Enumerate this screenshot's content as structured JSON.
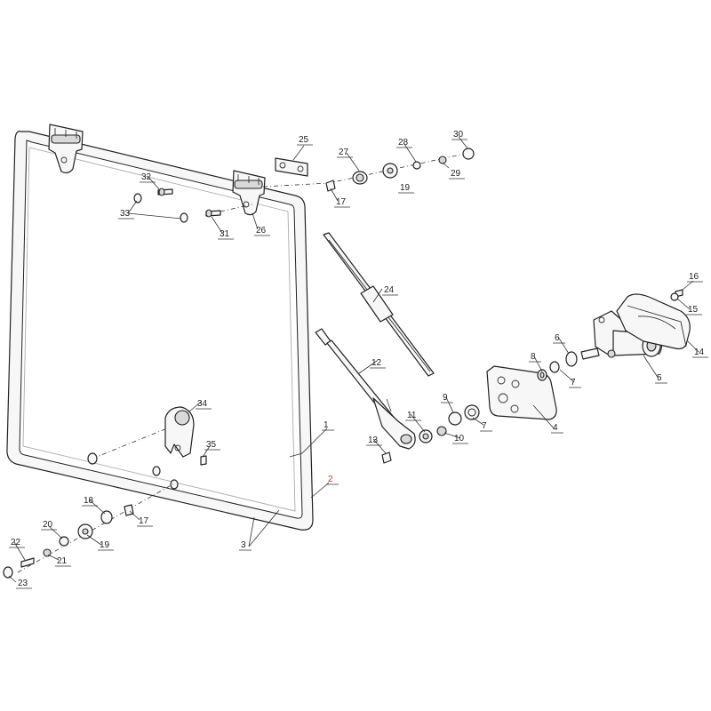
{
  "diagram": {
    "callouts": [
      {
        "id": "c1",
        "label": "1"
      },
      {
        "id": "c2",
        "label": "2",
        "color": "#c0392b"
      },
      {
        "id": "c3",
        "label": "3"
      },
      {
        "id": "c4",
        "label": "4"
      },
      {
        "id": "c5",
        "label": "5"
      },
      {
        "id": "c6",
        "label": "6"
      },
      {
        "id": "c7a",
        "label": "7"
      },
      {
        "id": "c7b",
        "label": "7"
      },
      {
        "id": "c8",
        "label": "8"
      },
      {
        "id": "c9",
        "label": "9"
      },
      {
        "id": "c10",
        "label": "10"
      },
      {
        "id": "c11",
        "label": "11"
      },
      {
        "id": "c12",
        "label": "12"
      },
      {
        "id": "c13",
        "label": "13"
      },
      {
        "id": "c14",
        "label": "14"
      },
      {
        "id": "c15",
        "label": "15"
      },
      {
        "id": "c16",
        "label": "16"
      },
      {
        "id": "c17a",
        "label": "17"
      },
      {
        "id": "c17b",
        "label": "17"
      },
      {
        "id": "c18",
        "label": "18"
      },
      {
        "id": "c19a",
        "label": "19"
      },
      {
        "id": "c19b",
        "label": "19"
      },
      {
        "id": "c20",
        "label": "20"
      },
      {
        "id": "c21",
        "label": "21"
      },
      {
        "id": "c22",
        "label": "22"
      },
      {
        "id": "c23",
        "label": "23"
      },
      {
        "id": "c24",
        "label": "24"
      },
      {
        "id": "c25",
        "label": "25"
      },
      {
        "id": "c26",
        "label": "26"
      },
      {
        "id": "c27",
        "label": "27"
      },
      {
        "id": "c28",
        "label": "28"
      },
      {
        "id": "c29",
        "label": "29"
      },
      {
        "id": "c30",
        "label": "30"
      },
      {
        "id": "c31",
        "label": "31"
      },
      {
        "id": "c32",
        "label": "32"
      },
      {
        "id": "c33",
        "label": "33"
      },
      {
        "id": "c34",
        "label": "34"
      },
      {
        "id": "c35",
        "label": "35"
      }
    ]
  }
}
